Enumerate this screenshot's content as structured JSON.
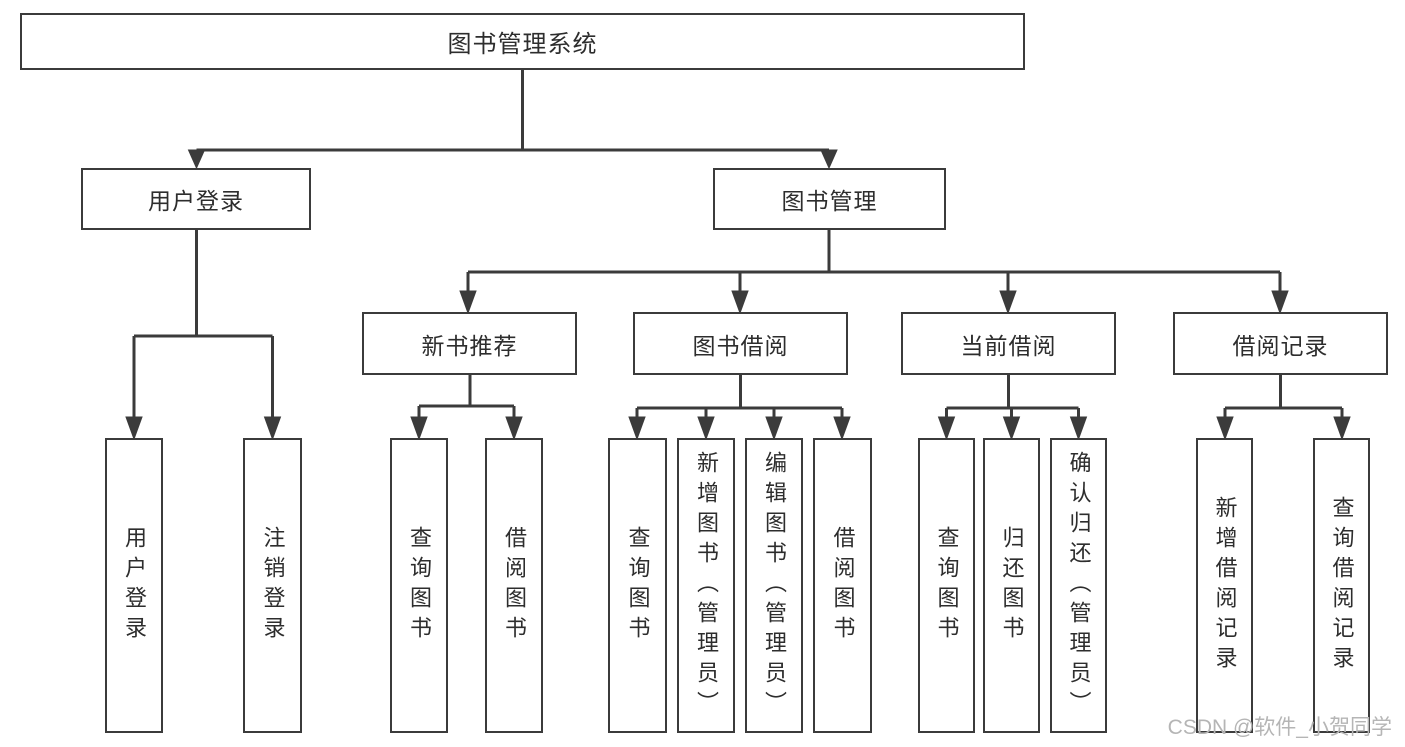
{
  "tree": {
    "root_label": "图书管理系统",
    "branches": [
      {
        "label": "用户登录",
        "leaves": [
          "用户登录",
          "注销登录"
        ]
      },
      {
        "label": "图书管理",
        "groups": [
          {
            "label": "新书推荐",
            "leaves": [
              "查询图书",
              "借阅图书"
            ]
          },
          {
            "label": "图书借阅",
            "leaves": [
              "查询图书",
              "新增图书（管理员）",
              "编辑图书（管理员）",
              "借阅图书"
            ]
          },
          {
            "label": "当前借阅",
            "leaves": [
              "查询图书",
              "归还图书",
              "确认归还（管理员）"
            ]
          },
          {
            "label": "借阅记录",
            "leaves": [
              "新增借阅记录",
              "查询借阅记录"
            ]
          }
        ]
      }
    ]
  },
  "watermark": {
    "text": "CSDN @软件_小贺同学"
  },
  "colors": {
    "line": "#3b3b3b",
    "text": "#2d2d2d",
    "background": "#ffffff",
    "watermark": "#b5b5b5"
  }
}
